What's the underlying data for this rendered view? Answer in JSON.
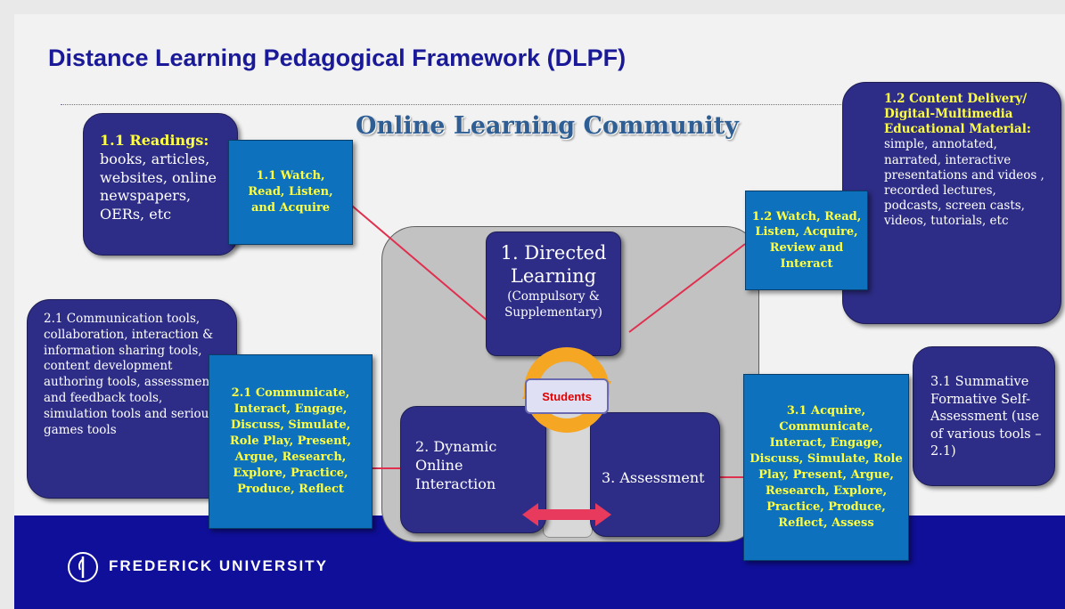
{
  "title": "Distance Learning Pedagogical Framework (DLPF)",
  "community": "Online Learning Community",
  "colors": {
    "title": "#1a1a99",
    "dark_box": "#2d2d87",
    "mid_box": "#0d71bd",
    "highlight_text": "#ffff3f",
    "connector": "#e0304f",
    "cycle": "#f5a623",
    "footer": "#0f0f99"
  },
  "readings": {
    "heading": "1.1 Readings:",
    "body": "books, articles, websites, online newspapers, OERs, etc"
  },
  "watch_read": "1.1 Watch, Read, Listen, and Acquire",
  "content_delivery": {
    "heading": "1.2 Content Delivery/ Digital-Multimedia Educational Material:",
    "body": "simple, annotated, narrated, interactive presentations and videos , recorded lectures, podcasts, screen casts, videos, tutorials, etc"
  },
  "watch_review": "1.2 Watch, Read, Listen, Acquire, Review and Interact",
  "communication_tools": "2.1 Communication tools, collaboration, interaction & information sharing tools, content development authoring tools, assessment and feedback tools, simulation tools and serious games tools",
  "communicate_actions": "2.1 Communicate, Interact, Engage, Discuss, Simulate, Role Play, Present, Argue, Research, Explore, Practice, Produce, Reflect",
  "summative": "3.1 Summative Formative Self-Assessment (use of various tools – 2.1)",
  "acquire_actions": "3.1 Acquire, Communicate, Interact, Engage, Discuss, Simulate, Role Play, Present, Argue, Research, Explore, Practice, Produce, Reflect, Assess",
  "directed": {
    "main": "1. Directed Learning",
    "sub": "(Compulsory & Supplementary)"
  },
  "dynamic": "2. Dynamic Online Interaction",
  "assessment": "3. Assessment",
  "students": "Students",
  "footer": {
    "logo_icon": "frederick-torch-icon",
    "university": "FREDERICK UNIVERSITY"
  }
}
